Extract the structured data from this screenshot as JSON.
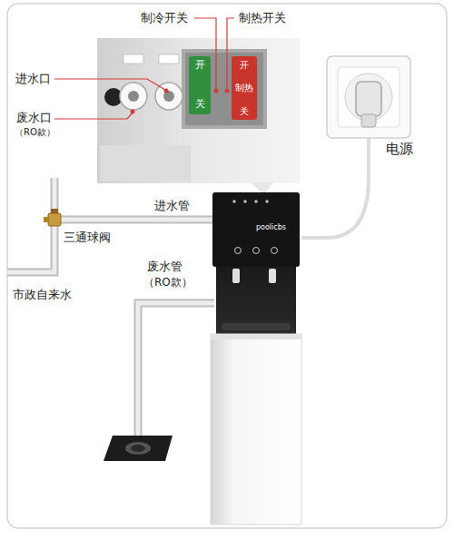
{
  "diagram": {
    "nodes": [
      {
        "text": [
          "开",
          "关"
        ]
      },
      {
        "text": [
          "开",
          "制热",
          "关"
        ]
      }
    ],
    "labels": [
      "制冷开关",
      "制热开关",
      "进水口",
      "废水口",
      "（RO款）",
      "电源",
      "进水管",
      "三通球阀",
      "市政自来水",
      "废水管",
      "（RO款）",
      "poolicbs"
    ]
  }
}
